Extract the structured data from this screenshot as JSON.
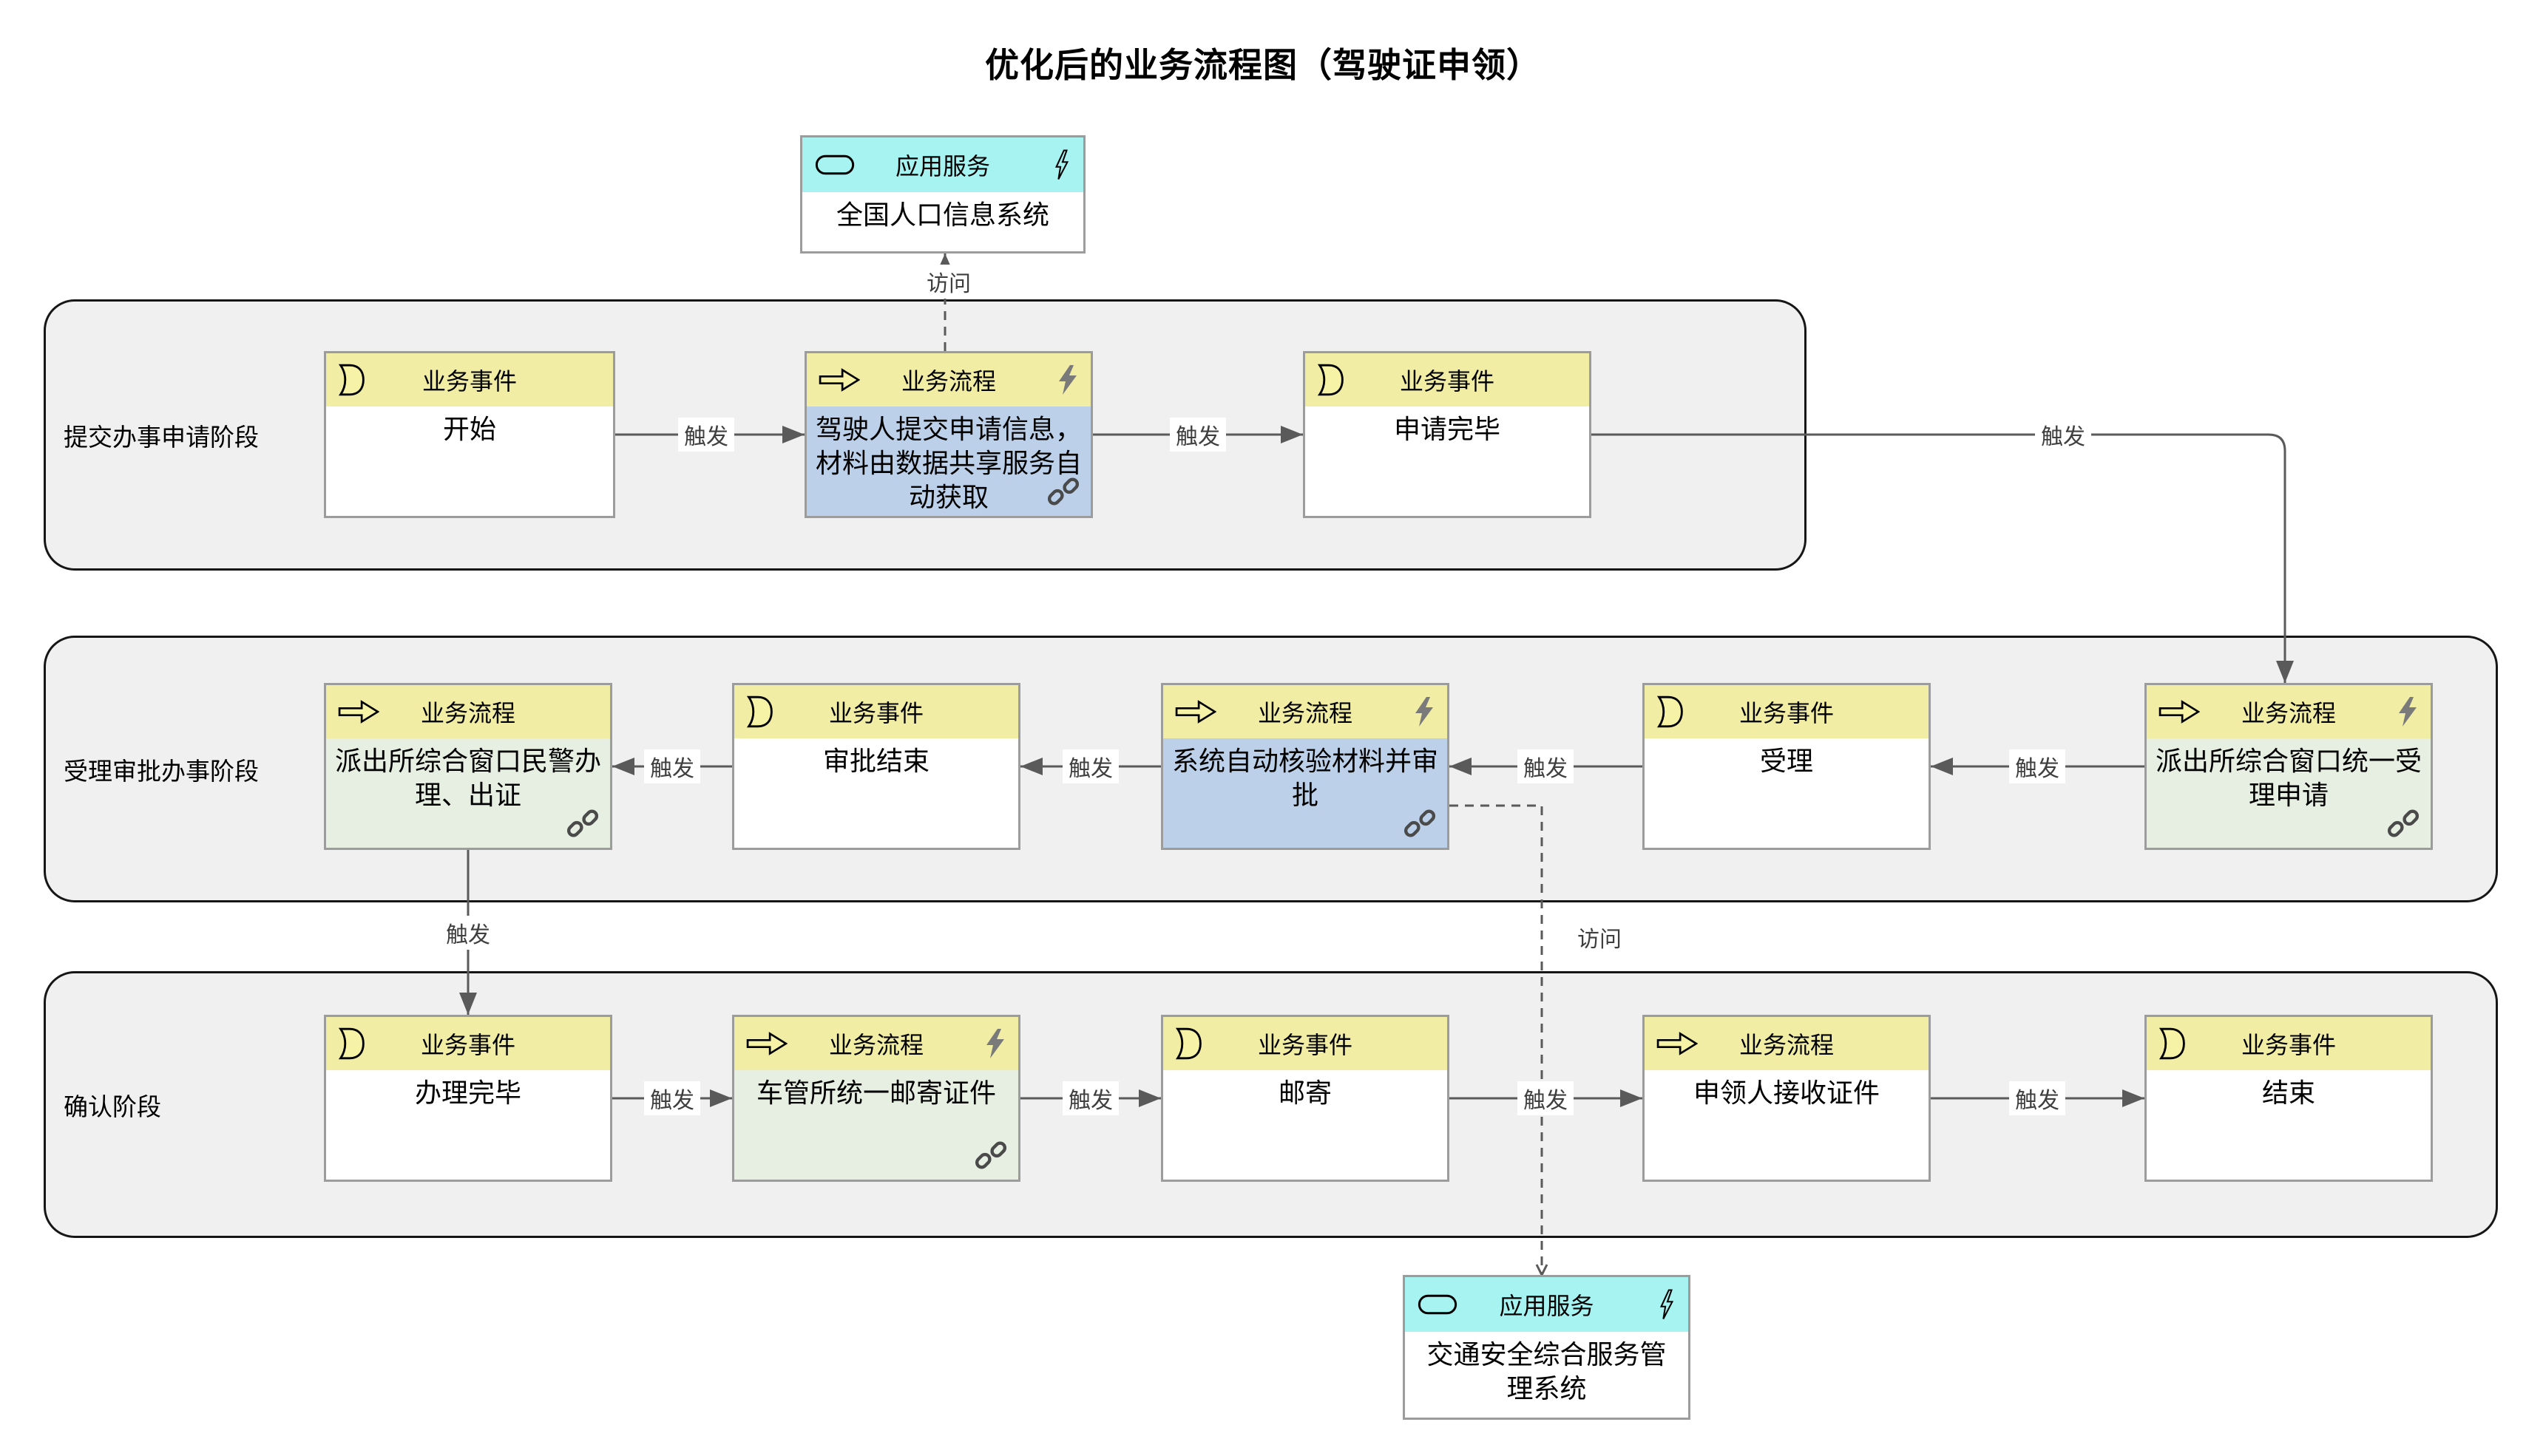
{
  "title": "优化后的业务流程图（驾驶证申领）",
  "type_labels": {
    "event": "业务事件",
    "process": "业务流程",
    "app_service": "应用服务"
  },
  "rel_labels": {
    "trigger": "触发",
    "access": "访问"
  },
  "lanes": [
    {
      "label": "提交办事申请阶段"
    },
    {
      "label": "受理审批办事阶段"
    },
    {
      "label": "确认阶段"
    }
  ],
  "nodes": {
    "app_top": "全国人口信息系统",
    "start": "开始",
    "submit": "驾驶人提交申请信息，材料由数据共享服务自动获取",
    "submitted": "申请完毕",
    "accept_window": "派出所综合窗口统一受理申请",
    "accepted": "受理",
    "auto_verify": "系统自动核验材料并审批",
    "approval_done": "审批结束",
    "police_issue": "派出所综合窗口民警办理、出证",
    "handle_done": "办理完毕",
    "mail_cert": "车管所统一邮寄证件",
    "mailed": "邮寄",
    "receive_cert": "申领人接收证件",
    "end": "结束",
    "app_bottom": "交通安全综合服务管理系统"
  },
  "colors": {
    "header_yellow": "#F1EDA4",
    "header_cyan": "#A6F3F2",
    "body_blue": "#BCD0EA",
    "body_green": "#E6EFE1",
    "lane_gray": "#F0F0F0",
    "line_gray": "#5A5A5A"
  }
}
